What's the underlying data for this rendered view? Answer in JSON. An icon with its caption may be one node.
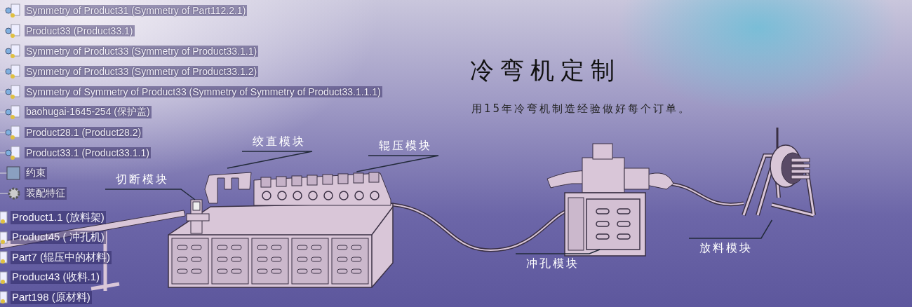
{
  "diagram": {
    "title": "冷弯机定制",
    "caption": "用15年冷弯机制造经验做好每个订单。",
    "nodes": [
      {
        "text": [
          "切断模块"
        ]
      },
      {
        "text": [
          "绞直模块"
        ]
      },
      {
        "text": [
          "辊压模块"
        ]
      },
      {
        "text": [
          "冲孔模块"
        ]
      },
      {
        "text": [
          "放料模块"
        ]
      },
      {
        "text": [],
        "shape": "picture"
      },
      {
        "text": [],
        "shape": "picture"
      },
      {
        "text": [],
        "shape": "picture"
      },
      {
        "text": [],
        "shape": "picture"
      },
      {
        "text": [],
        "shape": "picture"
      }
    ],
    "edges": [
      {
        "from": 0,
        "to": 5,
        "arrow": "none"
      },
      {
        "from": 1,
        "to": 6,
        "arrow": "none"
      },
      {
        "from": 2,
        "to": 7,
        "arrow": "none"
      },
      {
        "from": 3,
        "to": 8,
        "arrow": "none"
      },
      {
        "from": 4,
        "to": 9,
        "arrow": "none"
      }
    ],
    "labels": [
      "Symmetry of Product31 (Symmetry of Part112.2.1)",
      "Product33 (Product33.1)",
      "Symmetry of Product33 (Symmetry of Product33.1.1)",
      "Symmetry of Product33 (Symmetry of Product33.1.2)",
      "Symmetry of Symmetry of Product33 (Symmetry of Symmetry of Product33.1.1.1)",
      "baohugai-1645-254 (保护盖)",
      "Product28.1 (Product28.2)",
      "Product33.1 (Product33.1.1)",
      "约束",
      "装配特征",
      "Product1.1 (放料架)",
      "Product45 ( 冲孔机)",
      "Part7 (辊压中的材料)",
      "Product43 (收料.1)",
      "Part198 (原材料)"
    ]
  }
}
